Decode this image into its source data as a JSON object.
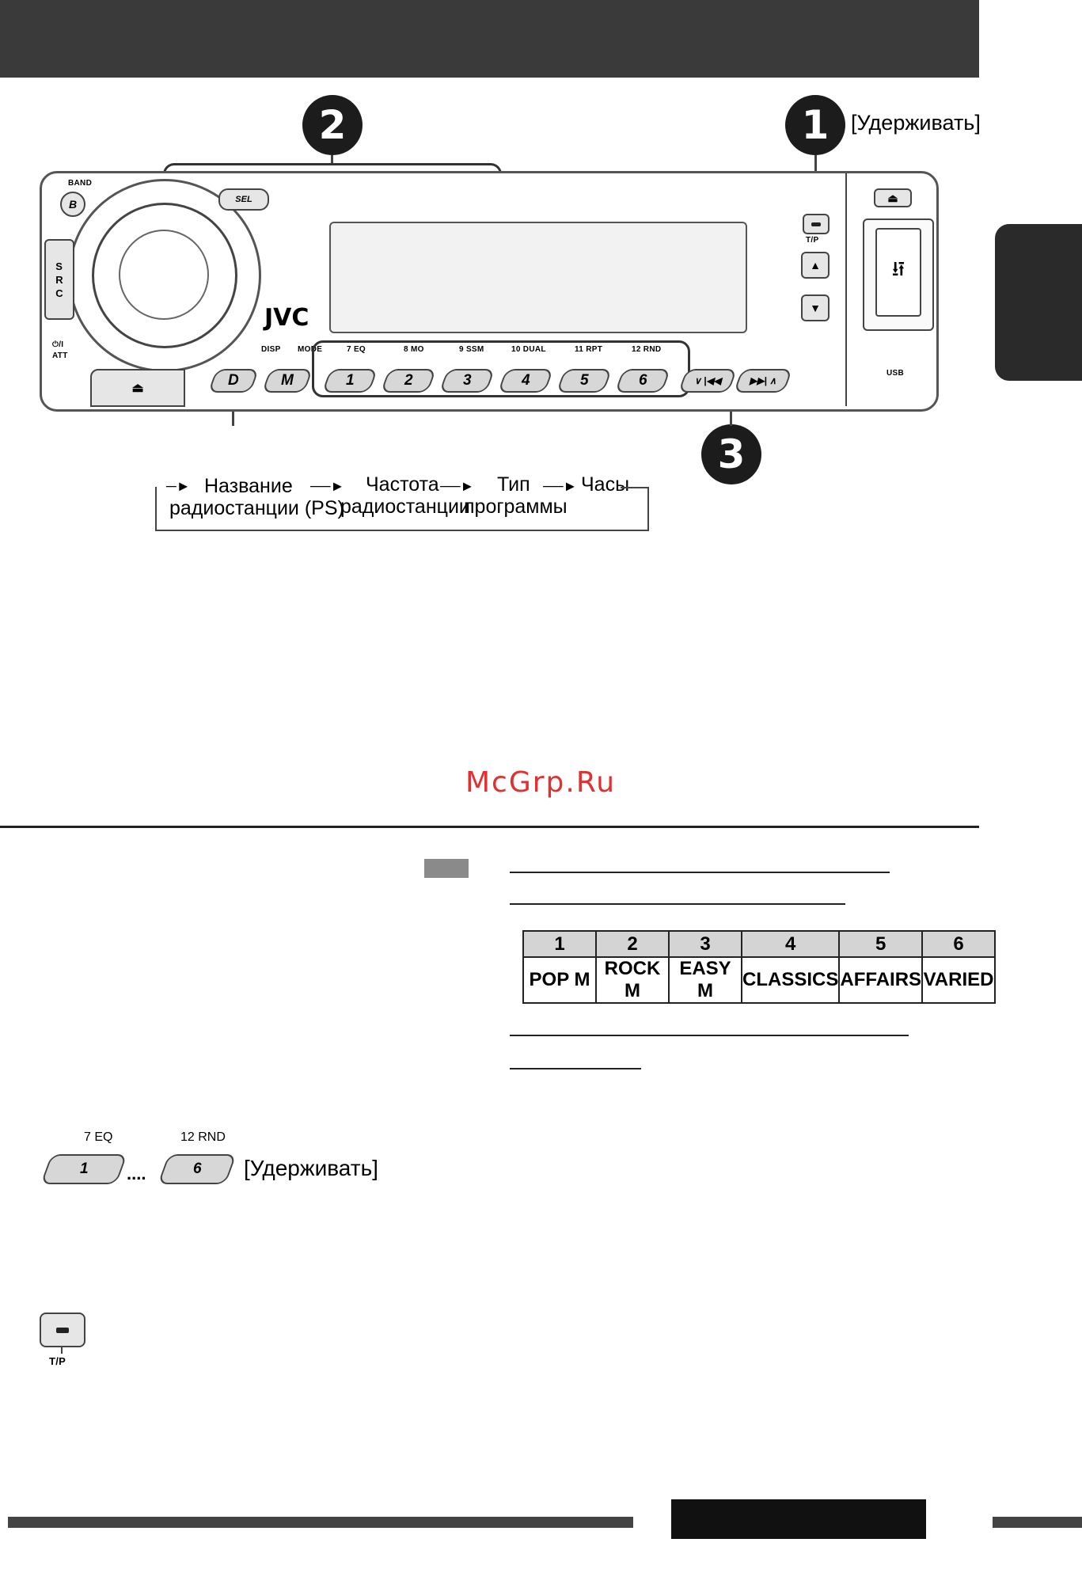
{
  "steps": {
    "one": "1",
    "two": "2",
    "three": "3"
  },
  "hold_label": "[Удерживать]",
  "device": {
    "brand": "JVC",
    "band_label": "BAND",
    "band_key": "B",
    "sel_label": "SEL",
    "src_label": "S\nR\nC",
    "power_label": "⏻/I",
    "att_label": "ATT",
    "disp_label": "DISP",
    "mode_label": "MODE",
    "disp_key": "D",
    "mode_key": "M",
    "tp_label": "T/P",
    "usb_label": "USB",
    "presets": [
      {
        "number": "1",
        "sub": "7  EQ"
      },
      {
        "number": "2",
        "sub": "8  MO"
      },
      {
        "number": "3",
        "sub": "9  SSM"
      },
      {
        "number": "4",
        "sub": "10  DUAL"
      },
      {
        "number": "5",
        "sub": "11  RPT"
      },
      {
        "number": "6",
        "sub": "12  RND"
      }
    ]
  },
  "flow": {
    "items": [
      {
        "line1": "Название",
        "line2": "радиостанции (PS)"
      },
      {
        "line1": "Частота",
        "line2": "радиостанции"
      },
      {
        "line1": "Тип",
        "line2": "программы"
      },
      {
        "line1": "Часы",
        "line2": ""
      }
    ]
  },
  "watermark": "McGrp.Ru",
  "genre_table": {
    "numbers": [
      "1",
      "2",
      "3",
      "4",
      "5",
      "6"
    ],
    "names": [
      "POP M",
      "ROCK M",
      "EASY M",
      "CLASSICS",
      "AFFAIRS",
      "VARIED"
    ]
  },
  "preset_example": {
    "left_sub": "7  EQ",
    "left_key": "1",
    "dots": "....",
    "right_sub": "12  RND",
    "right_key": "6",
    "hold": "[Удерживать]"
  },
  "tp_example": {
    "label": "T/P"
  }
}
